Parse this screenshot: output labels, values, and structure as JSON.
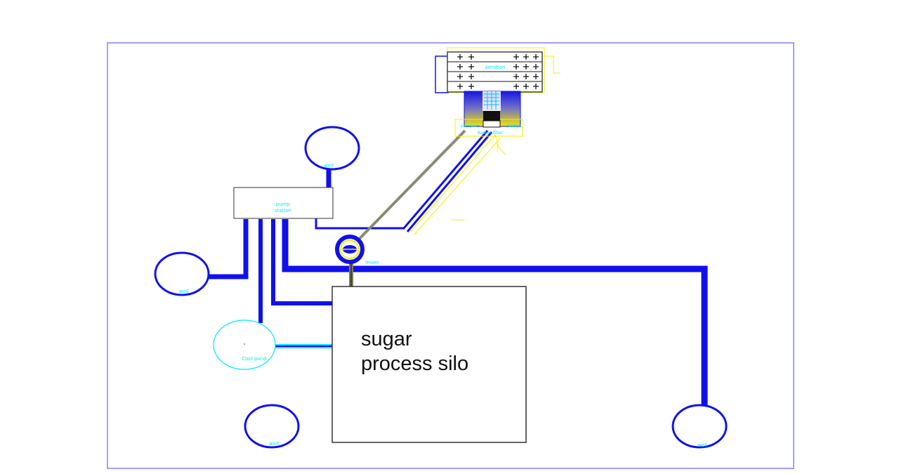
{
  "diagram": {
    "silo": {
      "line1": "sugar",
      "line2": "process silo"
    },
    "pump_station": {
      "line1": "pump",
      "line2": "station"
    },
    "aeration": {
      "label": "aeration"
    },
    "filter": {
      "label": "Basket filter",
      "tag_left": "pressure",
      "tag_right": "sludge"
    },
    "mixer": {
      "label": "mixer"
    },
    "cool_pond": {
      "label": "Cool pond"
    },
    "wells": {
      "top": "well",
      "left": "well",
      "bottom": "well",
      "right": "well"
    },
    "colors": {
      "water_line": "#1010ee",
      "frame": "#8080ff",
      "annotation": "#00e5ff",
      "yellow": "#f0f000"
    }
  }
}
